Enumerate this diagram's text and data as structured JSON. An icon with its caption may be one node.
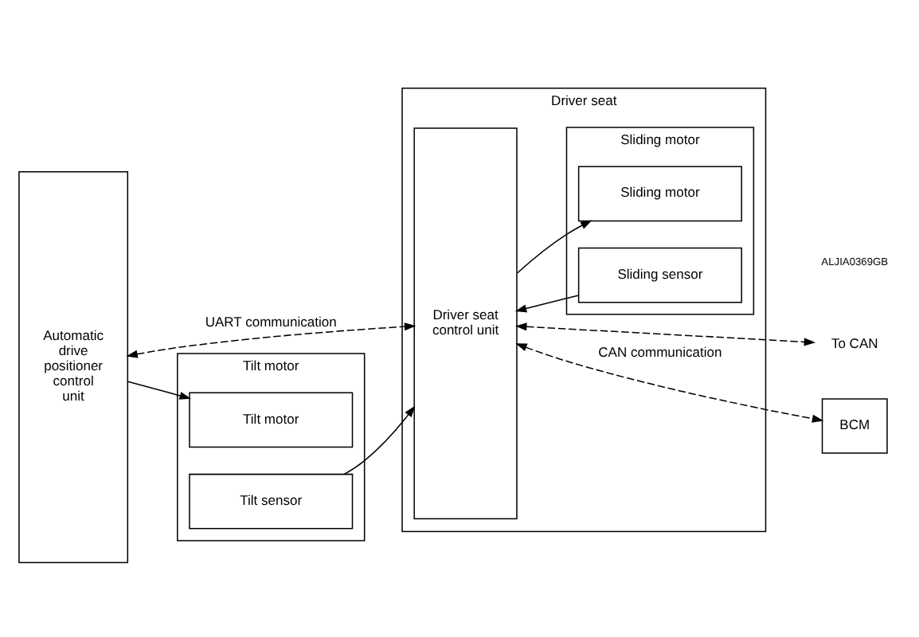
{
  "diagram": {
    "nodes": [
      {
        "text": [
          "Automatic drive positioner control unit"
        ]
      },
      {
        "text": [
          "Driver seat"
        ]
      },
      {
        "text": [
          "Driver seat control unit"
        ],
        "in": 1
      },
      {
        "text": [
          "Sliding motor"
        ],
        "in": 1
      },
      {
        "text": [
          "Sliding motor"
        ],
        "in": 3
      },
      {
        "text": [
          "Sliding sensor"
        ],
        "in": 3
      },
      {
        "text": [
          "Tilt motor"
        ]
      },
      {
        "text": [
          "Tilt motor"
        ],
        "in": 6
      },
      {
        "text": [
          "Tilt sensor"
        ],
        "in": 6
      },
      {
        "text": [
          "To CAN"
        ]
      },
      {
        "text": [
          "BCM"
        ]
      }
    ],
    "edges": [
      {
        "from": 0,
        "to": 2,
        "arrow": "both",
        "label": "UART communication",
        "style": "dashed"
      },
      {
        "from": 2,
        "to": 4,
        "arrow": "to"
      },
      {
        "from": 5,
        "to": 2,
        "arrow": "to"
      },
      {
        "from": 0,
        "to": 7,
        "arrow": "to"
      },
      {
        "from": 8,
        "to": 2,
        "arrow": "to"
      },
      {
        "from": 2,
        "to": 10,
        "arrow": "both",
        "label": "CAN communication",
        "style": "dashed"
      },
      {
        "from": 2,
        "to": 9,
        "arrow": "both",
        "style": "dashed"
      }
    ],
    "labels": [
      "ALJIA0369GB"
    ]
  }
}
